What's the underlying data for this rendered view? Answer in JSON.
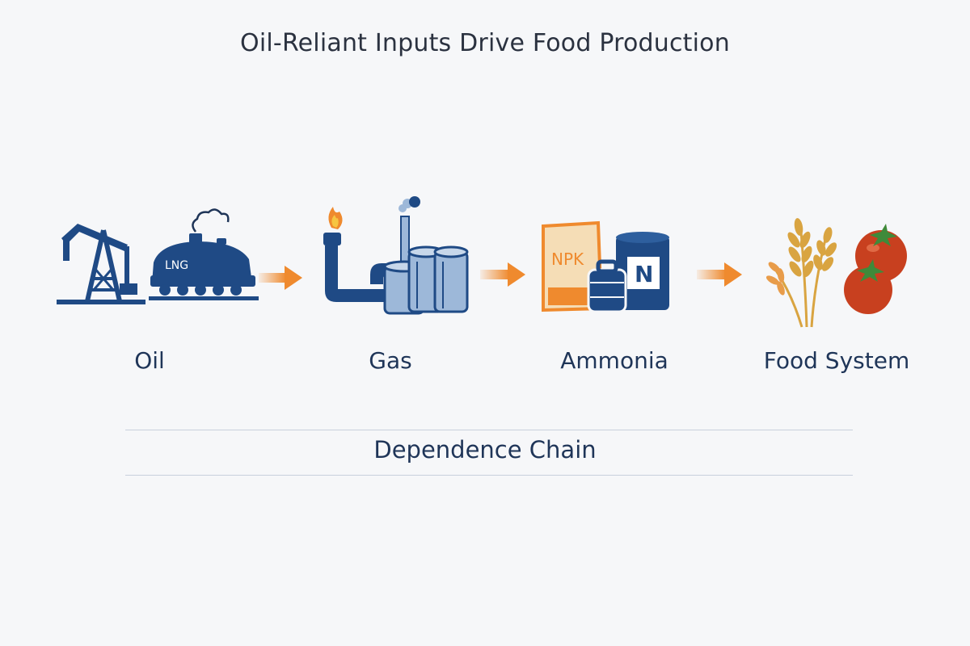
{
  "title": "Oil-Reliant Inputs Drive Food Production",
  "stages": [
    {
      "label": "Oil",
      "icon": "oil-pumpjack-and-lng-tanker-icon",
      "badge": "LNG"
    },
    {
      "label": "Gas",
      "icon": "gas-plant-flare-and-storage-tanks-icon"
    },
    {
      "label": "Ammonia",
      "icon": "fertilizer-bags-and-ammonia-drum-icon",
      "bag_text": "NPK",
      "drum_text": "N"
    },
    {
      "label": "Food System",
      "icon": "wheat-and-tomato-icon"
    }
  ],
  "footer": {
    "label": "Dependence Chain"
  },
  "colors": {
    "navy": "#1f4a85",
    "dark_navy": "#1f3558",
    "orange": "#ef8a2e",
    "light_blue": "#9db8d9",
    "wheat": "#d9a441",
    "tomato": "#c8401f",
    "leaf": "#3f8a3a"
  }
}
